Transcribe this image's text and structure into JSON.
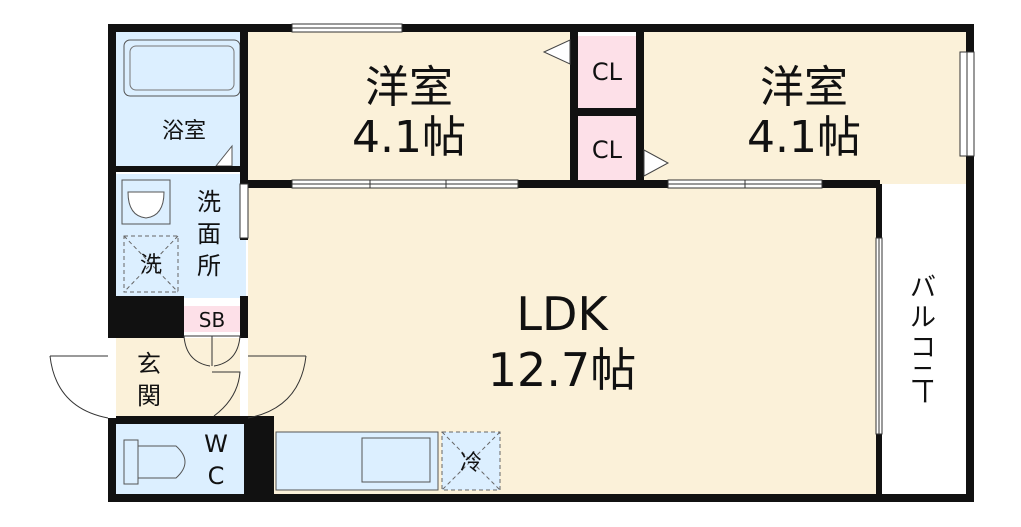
{
  "rooms": {
    "western_room_left": {
      "name": "洋室",
      "size": "4.1帖"
    },
    "western_room_right": {
      "name": "洋室",
      "size": "4.1帖"
    },
    "closet_upper": {
      "name": "CL"
    },
    "closet_lower": {
      "name": "CL"
    },
    "ldk": {
      "name": "LDK",
      "size": "12.7帖"
    },
    "bathroom": {
      "name": "浴室"
    },
    "washroom": {
      "chars": [
        "洗",
        "面",
        "所"
      ]
    },
    "washer": {
      "name": "洗"
    },
    "shoe_box": {
      "name": "SB"
    },
    "entrance": {
      "chars": [
        "玄",
        "関"
      ]
    },
    "toilet": {
      "chars": [
        "W",
        "C"
      ]
    },
    "fridge": {
      "name": "冷"
    },
    "balcony": {
      "chars": [
        "バ",
        "ル",
        "コ",
        "ニ",
        "ー"
      ]
    }
  },
  "colors": {
    "wall": "#111111",
    "room_floor": "#fbf1d9",
    "wet_area": "#dcefff",
    "closet": "#fde0e8",
    "balcony": "#ffffff"
  }
}
